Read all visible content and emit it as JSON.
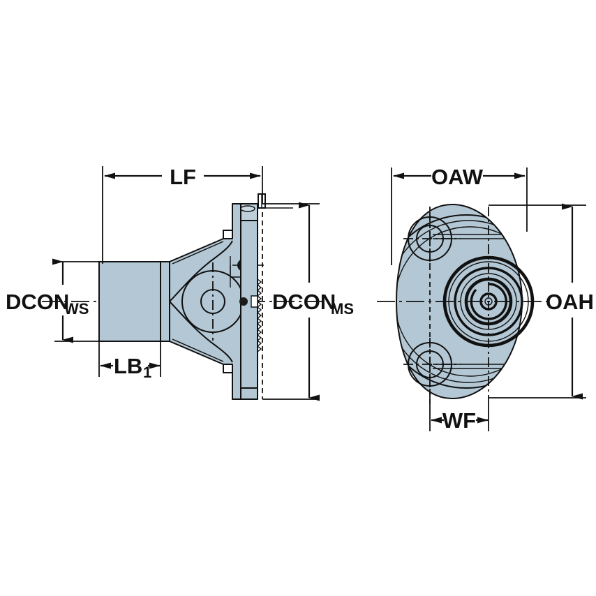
{
  "drawing": {
    "title": "Machine tool adaptor dimensional drawing",
    "background_color": "#ffffff",
    "part_fill_color": "#b3c7d4",
    "line_color": "#111111",
    "views": [
      {
        "name": "side-section-view",
        "description": "Left side sectional view of flanged adaptor with tapered shank"
      },
      {
        "name": "front-view",
        "description": "Right front view of oval mounting flange with two bolt holes and central bore"
      }
    ],
    "dimensions": {
      "lf": {
        "label": "LF",
        "orientation": "horizontal",
        "view": "side-section-view"
      },
      "lb1": {
        "label": "LB",
        "subscript": "1",
        "orientation": "horizontal",
        "view": "side-section-view"
      },
      "dcon_ws": {
        "label": "DCON",
        "subscript": "WS",
        "orientation": "vertical",
        "view": "side-section-view"
      },
      "dcon_ms": {
        "label": "DCON",
        "subscript": "MS",
        "orientation": "vertical",
        "view": "side-section-view"
      },
      "oaw": {
        "label": "OAW",
        "orientation": "horizontal",
        "view": "front-view"
      },
      "oah": {
        "label": "OAH",
        "orientation": "vertical",
        "view": "front-view"
      },
      "wf": {
        "label": "WF",
        "orientation": "horizontal",
        "view": "front-view"
      }
    }
  }
}
